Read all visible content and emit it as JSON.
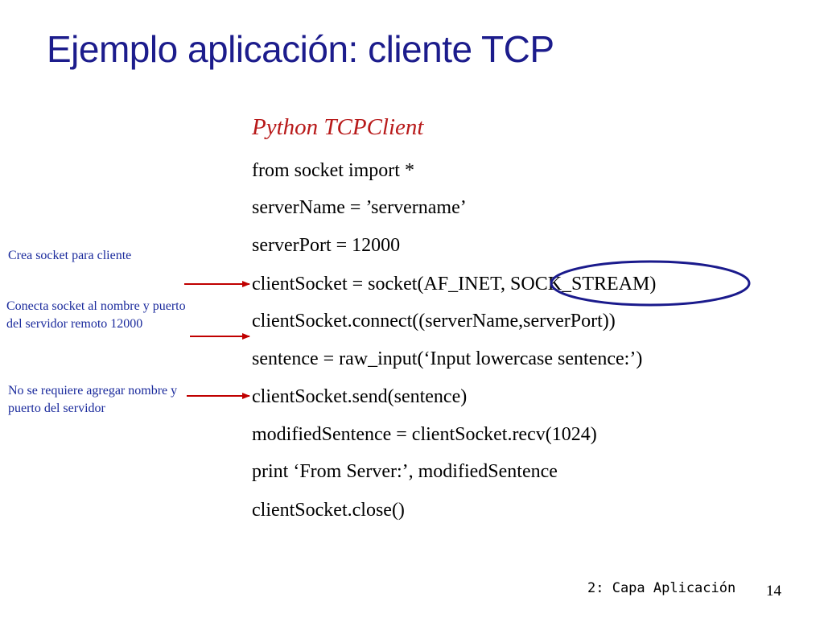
{
  "slide": {
    "title": "Ejemplo aplicación: cliente TCP",
    "code_heading": "Python TCPClient",
    "code_lines": [
      "from socket import *",
      "serverName = ’servername’",
      "serverPort = 12000",
      "clientSocket = socket(AF_INET, SOCK_STREAM)",
      "clientSocket.connect((serverName,serverPort))",
      "sentence = raw_input(‘Input lowercase sentence:’)",
      "clientSocket.send(sentence)",
      "modifiedSentence = clientSocket.recv(1024)",
      "print ‘From Server:’, modifiedSentence",
      "clientSocket.close()"
    ],
    "annotations": [
      {
        "text": "Crea socket para cliente",
        "target_line": 3
      },
      {
        "text": "Conecta socket al nombre y puerto del servidor remoto 12000",
        "target_line": 4
      },
      {
        "text": "No se requiere agregar nombre y puerto del servidor",
        "target_line": 6
      }
    ],
    "footer": {
      "section": "2: Capa Aplicación",
      "page_number": "14"
    },
    "colors": {
      "title": "#1c1c8c",
      "heading": "#b81a1a",
      "annotation_text": "#1a2a9c",
      "arrow": "#c00000",
      "highlight_circle": "#1a1a8c"
    }
  }
}
